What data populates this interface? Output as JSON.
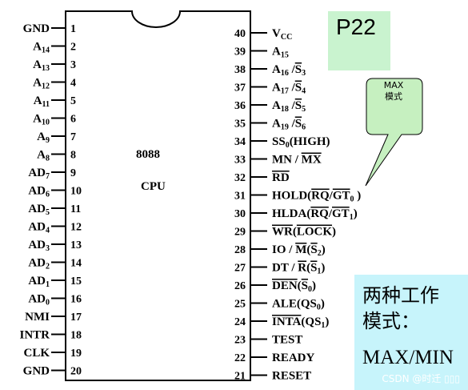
{
  "chip": {
    "part_number": "8088",
    "name": "CPU",
    "left_pins": [
      {
        "num": "1",
        "name": "GND"
      },
      {
        "num": "2",
        "name": "A14"
      },
      {
        "num": "3",
        "name": "A13"
      },
      {
        "num": "4",
        "name": "A12"
      },
      {
        "num": "5",
        "name": "A11"
      },
      {
        "num": "6",
        "name": "A10"
      },
      {
        "num": "7",
        "name": "A9"
      },
      {
        "num": "8",
        "name": "A8"
      },
      {
        "num": "9",
        "name": "AD7"
      },
      {
        "num": "10",
        "name": "AD6"
      },
      {
        "num": "11",
        "name": "AD5"
      },
      {
        "num": "12",
        "name": "AD4"
      },
      {
        "num": "13",
        "name": "AD3"
      },
      {
        "num": "14",
        "name": "AD2"
      },
      {
        "num": "15",
        "name": "AD1"
      },
      {
        "num": "16",
        "name": "AD0"
      },
      {
        "num": "17",
        "name": "NMI"
      },
      {
        "num": "18",
        "name": "INTR"
      },
      {
        "num": "19",
        "name": "CLK"
      },
      {
        "num": "20",
        "name": "GND"
      }
    ],
    "right_pins": [
      {
        "num": "40",
        "name": "VCC"
      },
      {
        "num": "39",
        "name": "A15"
      },
      {
        "num": "38",
        "name": "A16/S3"
      },
      {
        "num": "37",
        "name": "A17/S4"
      },
      {
        "num": "36",
        "name": "A18/S5"
      },
      {
        "num": "35",
        "name": "A19/S6"
      },
      {
        "num": "34",
        "name": "SS0(HIGH)"
      },
      {
        "num": "33",
        "name": "MN/MX"
      },
      {
        "num": "32",
        "name": "RD"
      },
      {
        "num": "31",
        "name": "HOLD(RQ/GT0)"
      },
      {
        "num": "30",
        "name": "HLDA(RQ/GT1)"
      },
      {
        "num": "29",
        "name": "WR(LOCK)"
      },
      {
        "num": "28",
        "name": "IO/M(S2)"
      },
      {
        "num": "27",
        "name": "DT/R(S1)"
      },
      {
        "num": "26",
        "name": "DEN(S0)"
      },
      {
        "num": "25",
        "name": "ALE(QS0)"
      },
      {
        "num": "24",
        "name": "INTA(QS1)"
      },
      {
        "num": "23",
        "name": "TEST"
      },
      {
        "num": "22",
        "name": "READY"
      },
      {
        "num": "21",
        "name": "RESET"
      }
    ]
  },
  "page_badge": "P22",
  "callout": {
    "line1": "MAX",
    "line2": "模式"
  },
  "modes": {
    "title": "两种工作模式：",
    "value": "MAX/MIN"
  },
  "watermark": "CSDN @时迁 ▯▯▯",
  "colors": {
    "badge_bg": "#c9f3cf",
    "modes_bg": "#c7f4fb",
    "callout_bg": "#c6f0c0"
  }
}
